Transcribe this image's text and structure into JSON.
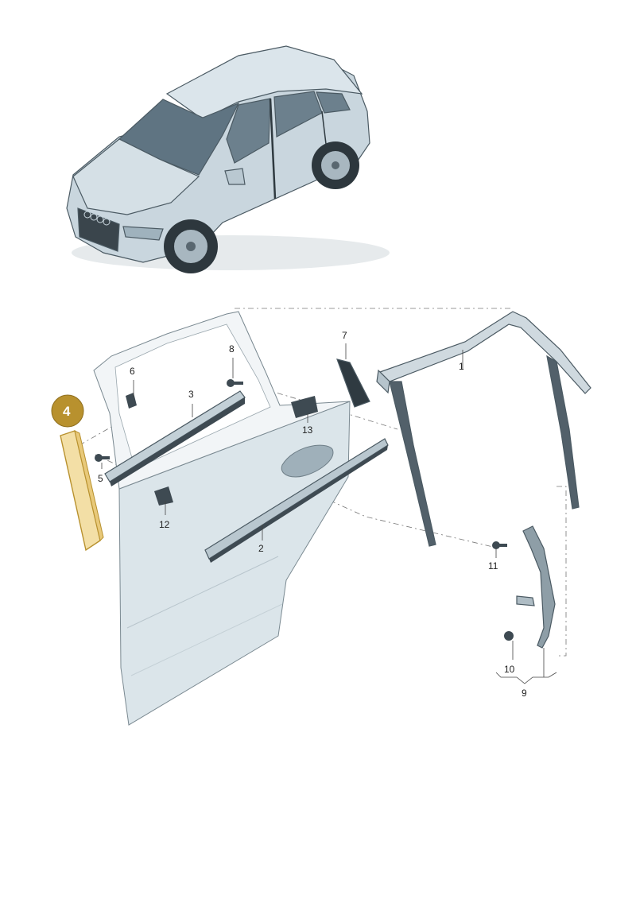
{
  "callouts": [
    {
      "id": "1",
      "label": "1"
    },
    {
      "id": "2",
      "label": "2"
    },
    {
      "id": "3",
      "label": "3"
    },
    {
      "id": "4",
      "label": "4",
      "highlighted": true
    },
    {
      "id": "5",
      "label": "5"
    },
    {
      "id": "6",
      "label": "6"
    },
    {
      "id": "7",
      "label": "7"
    },
    {
      "id": "8",
      "label": "8"
    },
    {
      "id": "9",
      "label": "9"
    },
    {
      "id": "10",
      "label": "10"
    },
    {
      "id": "11",
      "label": "11"
    },
    {
      "id": "12",
      "label": "12"
    },
    {
      "id": "13",
      "label": "13"
    }
  ],
  "colors": {
    "highlight_badge": "#b8912e",
    "highlight_part": "#f3dfa6",
    "part_fill": "#d7e2e8",
    "part_dark": "#3e4a52",
    "outline": "#4b5a63"
  }
}
